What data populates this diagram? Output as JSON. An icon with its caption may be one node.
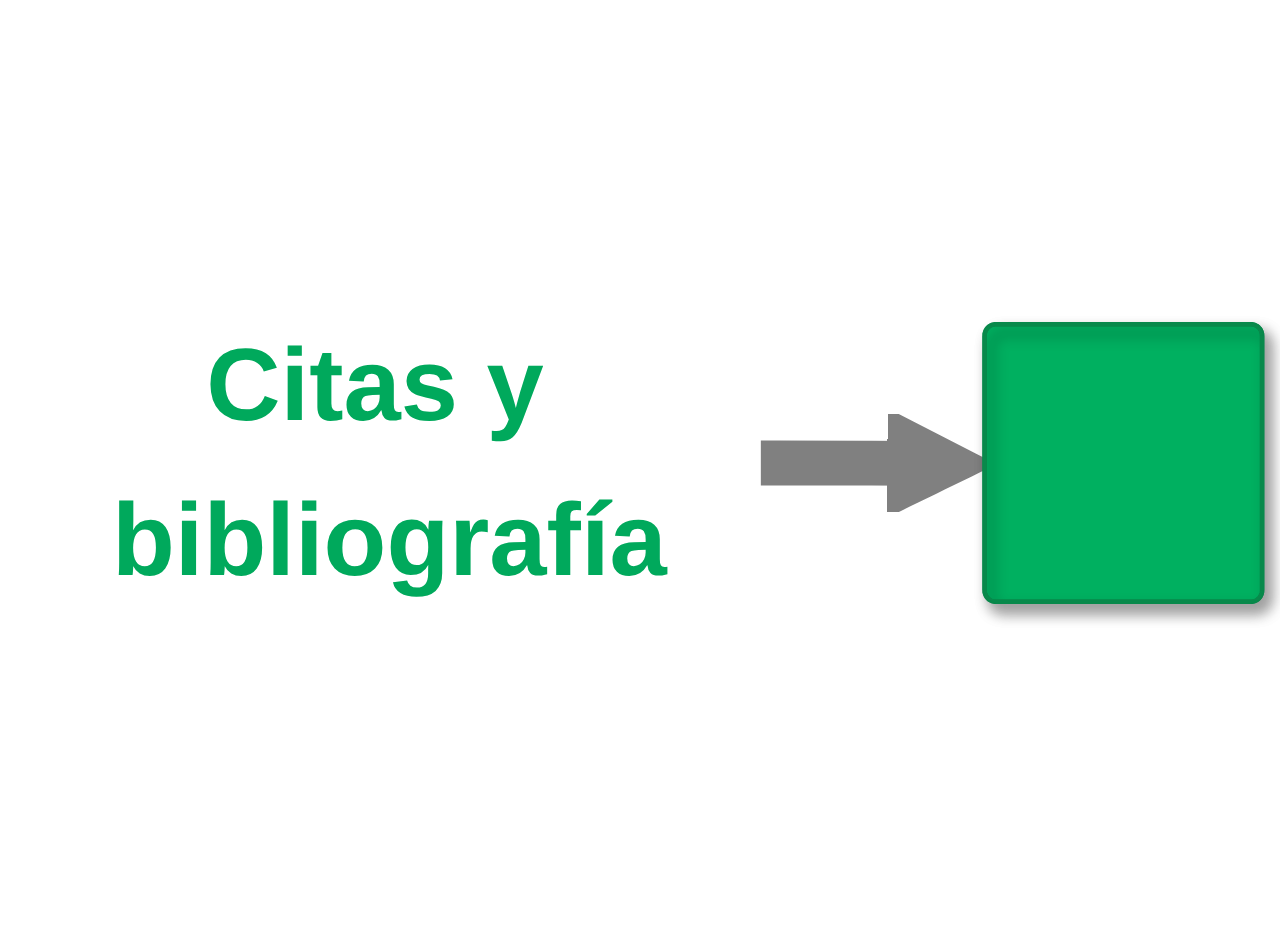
{
  "diagram": {
    "nodes": [
      {
        "text": [
          "Citas y bibliografía"
        ]
      },
      {
        "text": [],
        "shape": "box"
      }
    ],
    "edges": [
      {
        "from": 0,
        "to": 1,
        "arrow": "to"
      }
    ]
  }
}
